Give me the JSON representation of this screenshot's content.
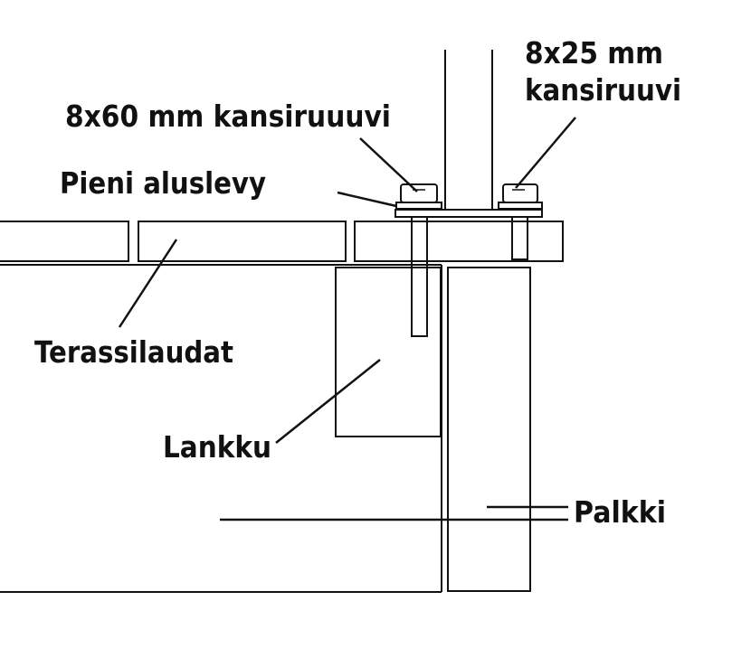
{
  "labels": {
    "screw_60": "8x60 mm kansiruuuvi",
    "screw_25_line1": "8x25 mm",
    "screw_25_line2": "kansiruuvi",
    "washer": "Pieni aluslevy",
    "deck_boards": "Terassilaudat",
    "plank": "Lankku",
    "beam": "Palkki"
  },
  "colors": {
    "ink": "#111111",
    "paper": "#ffffff"
  }
}
